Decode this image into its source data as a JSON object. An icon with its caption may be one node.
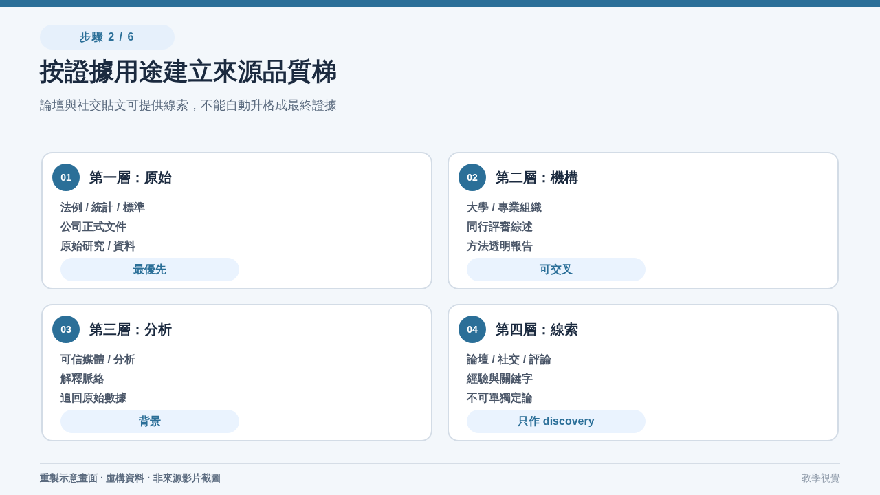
{
  "diagram": {
    "title": "按證據用途建立來源品質梯",
    "nodes": [
      {
        "text": [
          "步驟 2 / 6"
        ]
      },
      {
        "text": [
          "第一層：原始",
          "法例 / 統計 / 標準",
          "公司正式文件",
          "原始研究 / 資料"
        ]
      },
      {
        "text": [
          "01"
        ],
        "in": 1
      },
      {
        "text": [
          "最優先"
        ],
        "in": 1
      },
      {
        "text": [
          "第二層：機構",
          "大學 / 專業組織",
          "同行評審綜述",
          "方法透明報告"
        ]
      },
      {
        "text": [
          "02"
        ],
        "in": 4
      },
      {
        "text": [
          "可交叉"
        ],
        "in": 4
      },
      {
        "text": [
          "第三層：分析",
          "可信媒體 / 分析",
          "解釋脈絡",
          "追回原始數據"
        ]
      },
      {
        "text": [
          "03"
        ],
        "in": 7
      },
      {
        "text": [
          "背景"
        ],
        "in": 7
      },
      {
        "text": [
          "第四層：線索",
          "論壇 / 社交 / 評論",
          "經驗與關鍵字",
          "不可單獨定論"
        ]
      },
      {
        "text": [
          "04"
        ],
        "in": 10
      },
      {
        "text": [
          "只作 discovery"
        ],
        "in": 10
      }
    ],
    "edges": [],
    "labels": [
      "論壇與社交貼文可提供線索，不能自動升格成最終證據",
      "重製示意畫面 · 虛構資料 · 非來源影片截圖",
      "教學視覺"
    ]
  }
}
